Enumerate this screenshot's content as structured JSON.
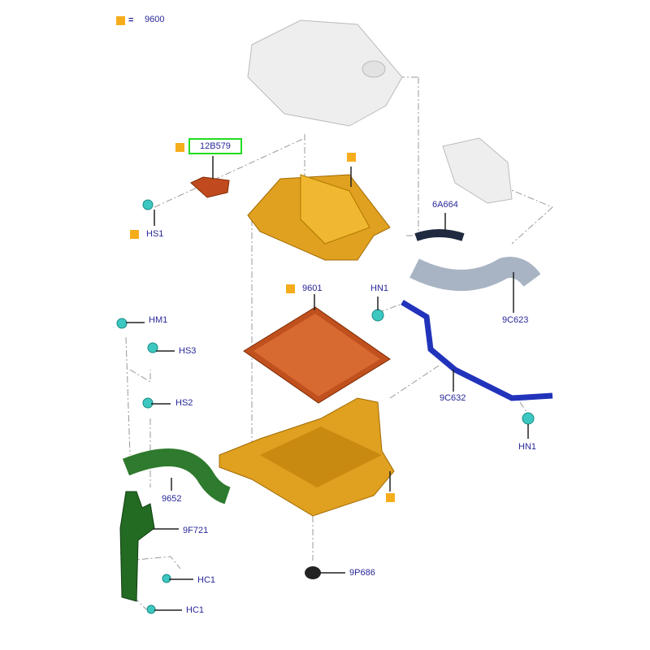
{
  "legend": {
    "equals": "=",
    "assembly": "9600"
  },
  "labels": {
    "p12B579": "12B579",
    "hs1": "HS1",
    "p6A664": "6A664",
    "p9601": "9601",
    "hn1_top": "HN1",
    "p9C623": "9C623",
    "hm1": "HM1",
    "hs3": "HS3",
    "hs2": "HS2",
    "p9C632": "9C632",
    "hn1_bottom": "HN1",
    "p9652": "9652",
    "p9F721": "9F721",
    "hc1_a": "HC1",
    "hc1_b": "HC1",
    "p9P686": "9P686"
  },
  "colors": {
    "marker": "#f6ad1c",
    "highlight": "#22dd22",
    "label": "#28289a",
    "housing": "#e0a020",
    "filter": "#c0501e",
    "hose_green": "#2e7a2e",
    "pipe_blue": "#2233bb",
    "fastener": "#3cc8c0"
  }
}
